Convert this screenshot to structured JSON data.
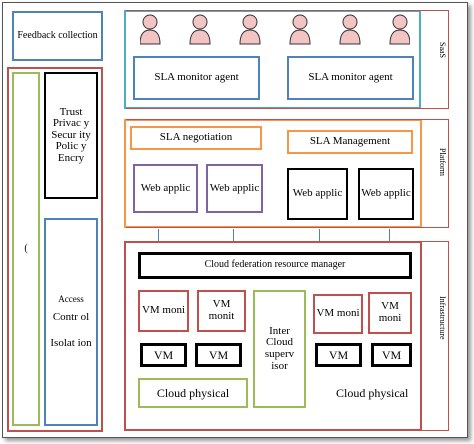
{
  "feedback": {
    "label": "Feedback collection"
  },
  "left_green": {
    "label": "("
  },
  "trust": {
    "label": "Trust Privac y Secur ity Polic y Encry"
  },
  "access": {
    "line1": "Access",
    "line2": "Contr ol",
    "line3": "Isolat ion"
  },
  "saas": {
    "side_label": "SaaS",
    "monitor_left": "SLA monitor agent",
    "monitor_right": "SLA monitor agent",
    "people_count": 6
  },
  "paas": {
    "side_label": "Platform",
    "negotiation": "SLA negotiation",
    "management": "SLA Management",
    "web_apps": [
      "Web applic",
      "Web applic",
      "Web applic",
      "Web applic"
    ]
  },
  "iaas": {
    "side_label": "Infrastructure",
    "federation": "Cloud federation resource manager",
    "vm_moni": [
      "VM moni",
      "VM monit",
      "VM moni",
      "VM moni"
    ],
    "vm": [
      "VM",
      "VM",
      "VM",
      "VM"
    ],
    "inter_cloud": "Inter Cloud superv isor",
    "physical_left": "Cloud physical",
    "physical_right": "Cloud physical"
  },
  "colors": {
    "red": "#c0504d",
    "blue": "#4f81bd",
    "green": "#9bbb59",
    "orange": "#f79646",
    "teal": "#4bacc6",
    "purple": "#8064a2",
    "person": "#f2c4c4"
  }
}
